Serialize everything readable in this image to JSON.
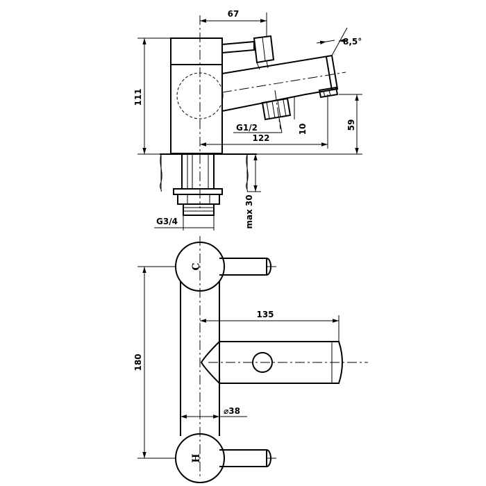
{
  "dimensions": {
    "width_67": "67",
    "angle": "8,5°",
    "height_111": "111",
    "thread_g12": "G1/2",
    "dim_10": "10",
    "height_59": "59",
    "length_122": "122",
    "max30": "max 30",
    "thread_g34": "G3/4",
    "length_135": "135",
    "height_180": "180",
    "diameter_38": "⌀38"
  },
  "handles": {
    "cold": "C",
    "hot": "H"
  }
}
